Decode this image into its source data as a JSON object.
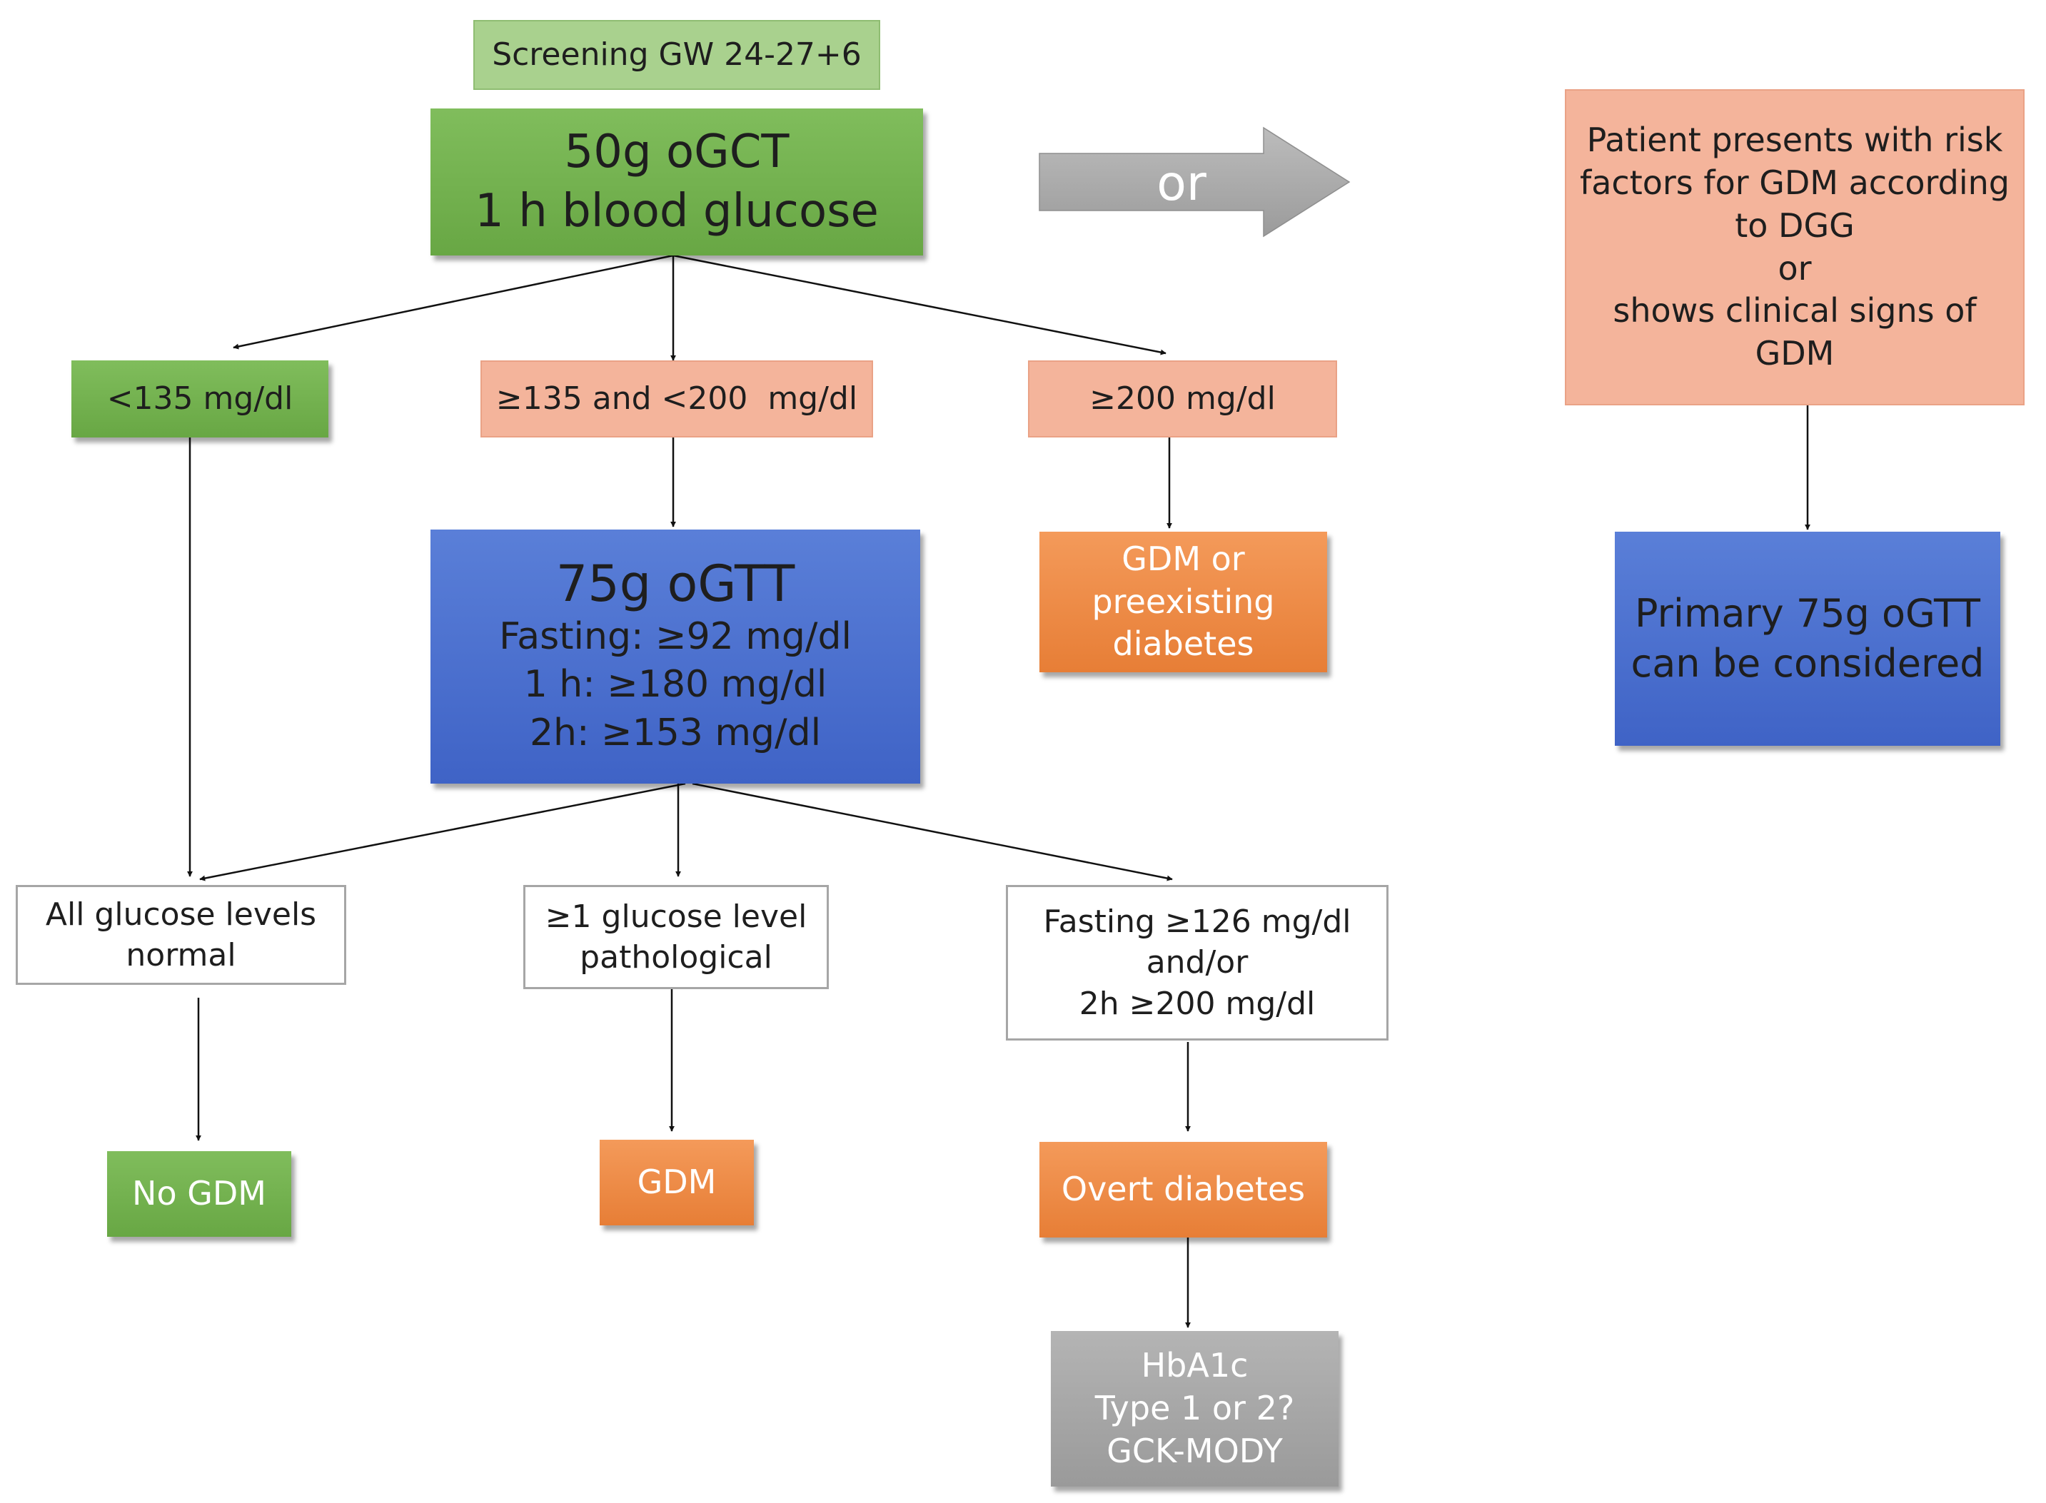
{
  "screening": "Screening GW 24-27+6",
  "ogct": {
    "line1": "50g oGCT",
    "line2": "1 h blood glucose"
  },
  "branch_or": "or",
  "results": {
    "lt135": "<135 mg/dl",
    "mid": "≥135 and <200  mg/dl",
    "ge200": "≥200 mg/dl"
  },
  "ogtt": {
    "title": "75g oGTT",
    "fasting": "Fasting: ≥92 mg/dl",
    "h1": "1 h: ≥180 mg/dl",
    "h2": "2h: ≥153 mg/dl"
  },
  "gdm_or_preexisting": [
    "GDM or",
    "preexisting",
    "diabetes"
  ],
  "outcomes": {
    "normal": [
      "All glucose levels",
      "normal"
    ],
    "pathological": [
      "≥1 glucose level",
      "pathological"
    ],
    "fasting": [
      "Fasting ≥126 mg/dl",
      "and/or",
      "2h ≥200 mg/dl"
    ]
  },
  "diagnoses": {
    "no_gdm": "No GDM",
    "gdm": "GDM",
    "overt": "Overt diabetes"
  },
  "followup": [
    "HbA1c",
    "Type 1 or 2?",
    "GCK-MODY"
  ],
  "risk": [
    "Patient presents with risk",
    "factors for GDM according",
    "to DGG",
    "or",
    "shows clinical signs of",
    "GDM"
  ],
  "primary": [
    "Primary 75g oGTT",
    "can be considered"
  ],
  "colors": {
    "green": "#70ad47",
    "light_green": "#a9d18e",
    "salmon": "#f4b49b",
    "orange": "#ed7d31",
    "blue": "#4472c4",
    "grey": "#a5a5a5",
    "arrow_grey": "#a6a6a6"
  }
}
